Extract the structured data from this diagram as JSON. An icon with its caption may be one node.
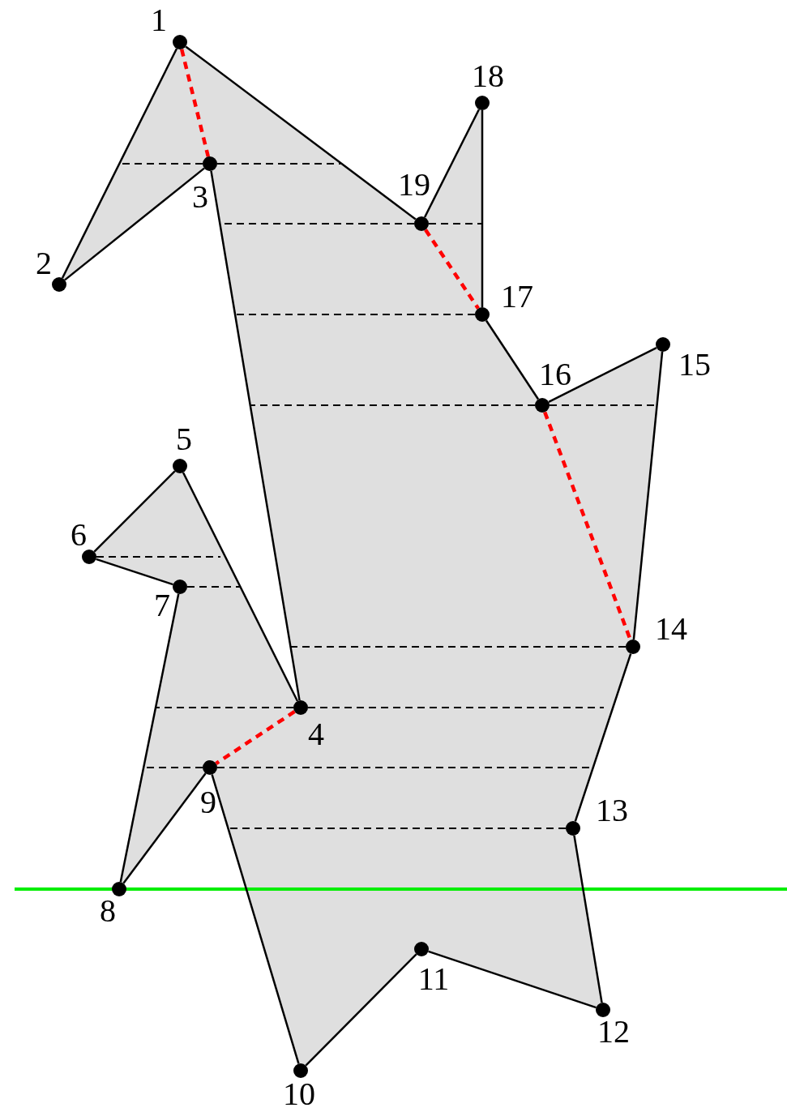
{
  "diagram": {
    "nodes": [
      {
        "text": [],
        "shape": "circle",
        "beside": [
          "1"
        ]
      },
      {
        "text": [],
        "shape": "circle",
        "beside": [
          "2"
        ]
      },
      {
        "text": [],
        "shape": "circle",
        "beside": [
          "3"
        ]
      },
      {
        "text": [],
        "shape": "circle",
        "beside": [
          "4"
        ]
      },
      {
        "text": [],
        "shape": "circle",
        "beside": [
          "5"
        ]
      },
      {
        "text": [],
        "shape": "circle",
        "beside": [
          "6"
        ]
      },
      {
        "text": [],
        "shape": "circle",
        "beside": [
          "7"
        ]
      },
      {
        "text": [],
        "shape": "circle",
        "beside": [
          "8"
        ]
      },
      {
        "text": [],
        "shape": "circle",
        "beside": [
          "9"
        ]
      },
      {
        "text": [],
        "shape": "circle",
        "beside": [
          "10"
        ]
      },
      {
        "text": [],
        "shape": "circle",
        "beside": [
          "11"
        ]
      },
      {
        "text": [],
        "shape": "circle",
        "beside": [
          "12"
        ]
      },
      {
        "text": [],
        "shape": "circle",
        "beside": [
          "13"
        ]
      },
      {
        "text": [],
        "shape": "circle",
        "beside": [
          "14"
        ]
      },
      {
        "text": [],
        "shape": "circle",
        "beside": [
          "15"
        ]
      },
      {
        "text": [],
        "shape": "circle",
        "beside": [
          "16"
        ]
      },
      {
        "text": [],
        "shape": "circle",
        "beside": [
          "17"
        ]
      },
      {
        "text": [],
        "shape": "circle",
        "beside": [
          "18"
        ]
      },
      {
        "text": [],
        "shape": "circle",
        "beside": [
          "19"
        ]
      }
    ],
    "edges": [
      {
        "from": 0,
        "to": 1,
        "arrow": "none"
      },
      {
        "from": 1,
        "to": 2,
        "arrow": "none"
      },
      {
        "from": 2,
        "to": 3,
        "arrow": "none"
      },
      {
        "from": 3,
        "to": 4,
        "arrow": "none"
      },
      {
        "from": 4,
        "to": 5,
        "arrow": "none"
      },
      {
        "from": 5,
        "to": 6,
        "arrow": "none"
      },
      {
        "from": 6,
        "to": 7,
        "arrow": "none"
      },
      {
        "from": 7,
        "to": 8,
        "arrow": "none"
      },
      {
        "from": 8,
        "to": 9,
        "arrow": "none"
      },
      {
        "from": 9,
        "to": 10,
        "arrow": "none"
      },
      {
        "from": 10,
        "to": 11,
        "arrow": "none"
      },
      {
        "from": 11,
        "to": 12,
        "arrow": "none"
      },
      {
        "from": 12,
        "to": 13,
        "arrow": "none"
      },
      {
        "from": 13,
        "to": 14,
        "arrow": "none"
      },
      {
        "from": 14,
        "to": 15,
        "arrow": "none"
      },
      {
        "from": 15,
        "to": 16,
        "arrow": "none"
      },
      {
        "from": 16,
        "to": 17,
        "arrow": "none"
      },
      {
        "from": 17,
        "to": 18,
        "arrow": "none"
      },
      {
        "from": 18,
        "to": 0,
        "arrow": "none"
      },
      {
        "from": 0,
        "to": 2,
        "arrow": "none",
        "style": "dashed",
        "color": "#ff0000"
      },
      {
        "from": 18,
        "to": 16,
        "arrow": "none",
        "style": "dashed",
        "color": "#ff0000"
      },
      {
        "from": 15,
        "to": 13,
        "arrow": "none",
        "style": "dashed",
        "color": "#ff0000"
      },
      {
        "from": 3,
        "to": 8,
        "arrow": "none",
        "style": "dashed",
        "color": "#ff0000"
      },
      {
        "from": 2,
        "to": null,
        "arrow": "none",
        "style": "dashed"
      },
      {
        "from": 2,
        "to": null,
        "arrow": "none",
        "style": "dashed"
      },
      {
        "from": 18,
        "to": null,
        "arrow": "none",
        "style": "dashed"
      },
      {
        "from": 18,
        "to": null,
        "arrow": "none",
        "style": "dashed"
      },
      {
        "from": 16,
        "to": null,
        "arrow": "none",
        "style": "dashed"
      },
      {
        "from": 15,
        "to": null,
        "arrow": "none",
        "style": "dashed"
      },
      {
        "from": 15,
        "to": null,
        "arrow": "none",
        "style": "dashed"
      },
      {
        "from": 5,
        "to": null,
        "arrow": "none",
        "style": "dashed"
      },
      {
        "from": 6,
        "to": null,
        "arrow": "none",
        "style": "dashed"
      },
      {
        "from": 13,
        "to": null,
        "arrow": "none",
        "style": "dashed"
      },
      {
        "from": 3,
        "to": null,
        "arrow": "none",
        "style": "dashed"
      },
      {
        "from": 3,
        "to": null,
        "arrow": "none",
        "style": "dashed"
      },
      {
        "from": 8,
        "to": null,
        "arrow": "none",
        "style": "dashed"
      },
      {
        "from": 8,
        "to": null,
        "arrow": "none",
        "style": "dashed"
      },
      {
        "from": 12,
        "to": null,
        "arrow": "none",
        "style": "dashed"
      }
    ]
  }
}
